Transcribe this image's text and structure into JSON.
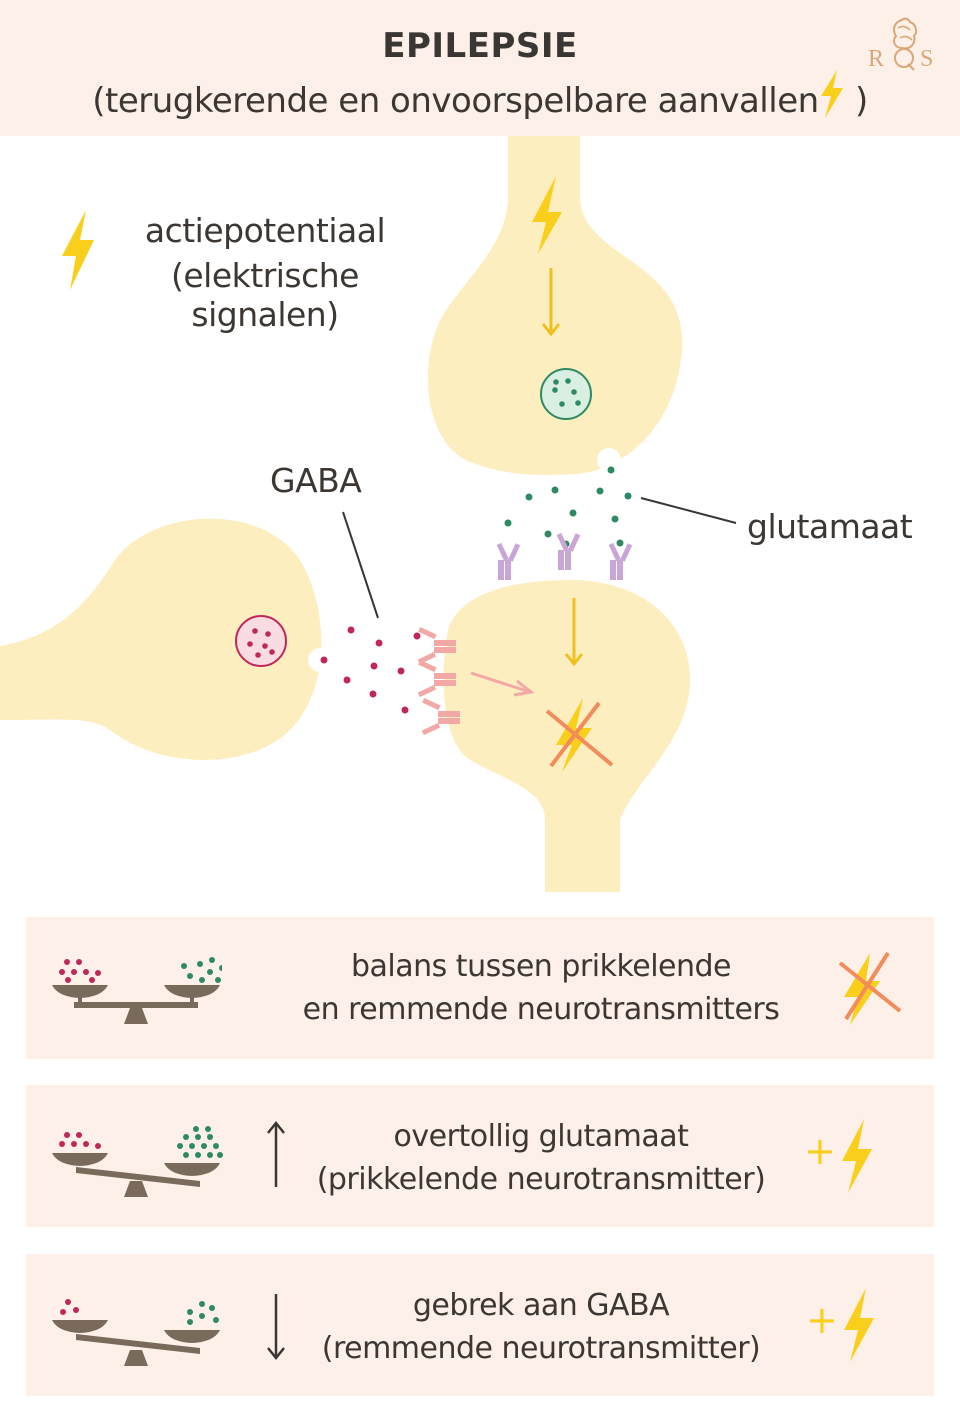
{
  "header": {
    "title": "EPILEPSIE",
    "subtitle_text": "(terugkerende en onvoorspelbare aanvallen",
    "subtitle_close": " )",
    "logo_text": "RQS"
  },
  "diagram": {
    "legend_line1": "actiepotentiaal",
    "legend_line2": "(elektrische signalen)",
    "gaba_label": "GABA",
    "glutamate_label": "glutamaat"
  },
  "rows": [
    {
      "line1": "balans tussen prikkelende",
      "line2": "en remmende neurotransmitters",
      "balance": "level",
      "arrow": "none",
      "result": "no-seizure"
    },
    {
      "line1": "overtollig glutamaat",
      "line2": "(prikkelende neurotransmitter)",
      "balance": "tilted-glutamate-heavy",
      "arrow": "up",
      "result_plus": "+"
    },
    {
      "line1": "gebrek aan GABA",
      "line2": "(remmende neurotransmitter)",
      "balance": "tilted-gaba-light",
      "arrow": "down",
      "result_plus": "+"
    }
  ],
  "colors": {
    "neuron": "#fdeec0",
    "bolt": "#f9cf1c",
    "glutamate_dot": "#2e8a63",
    "gaba_dot": "#c0285a",
    "receptor_glut": "#c9a6d6",
    "receptor_gaba": "#f2a8a4",
    "cross": "#f28c5a",
    "panel_bg": "#fcf0e8",
    "scale": "#7a6a5c"
  }
}
